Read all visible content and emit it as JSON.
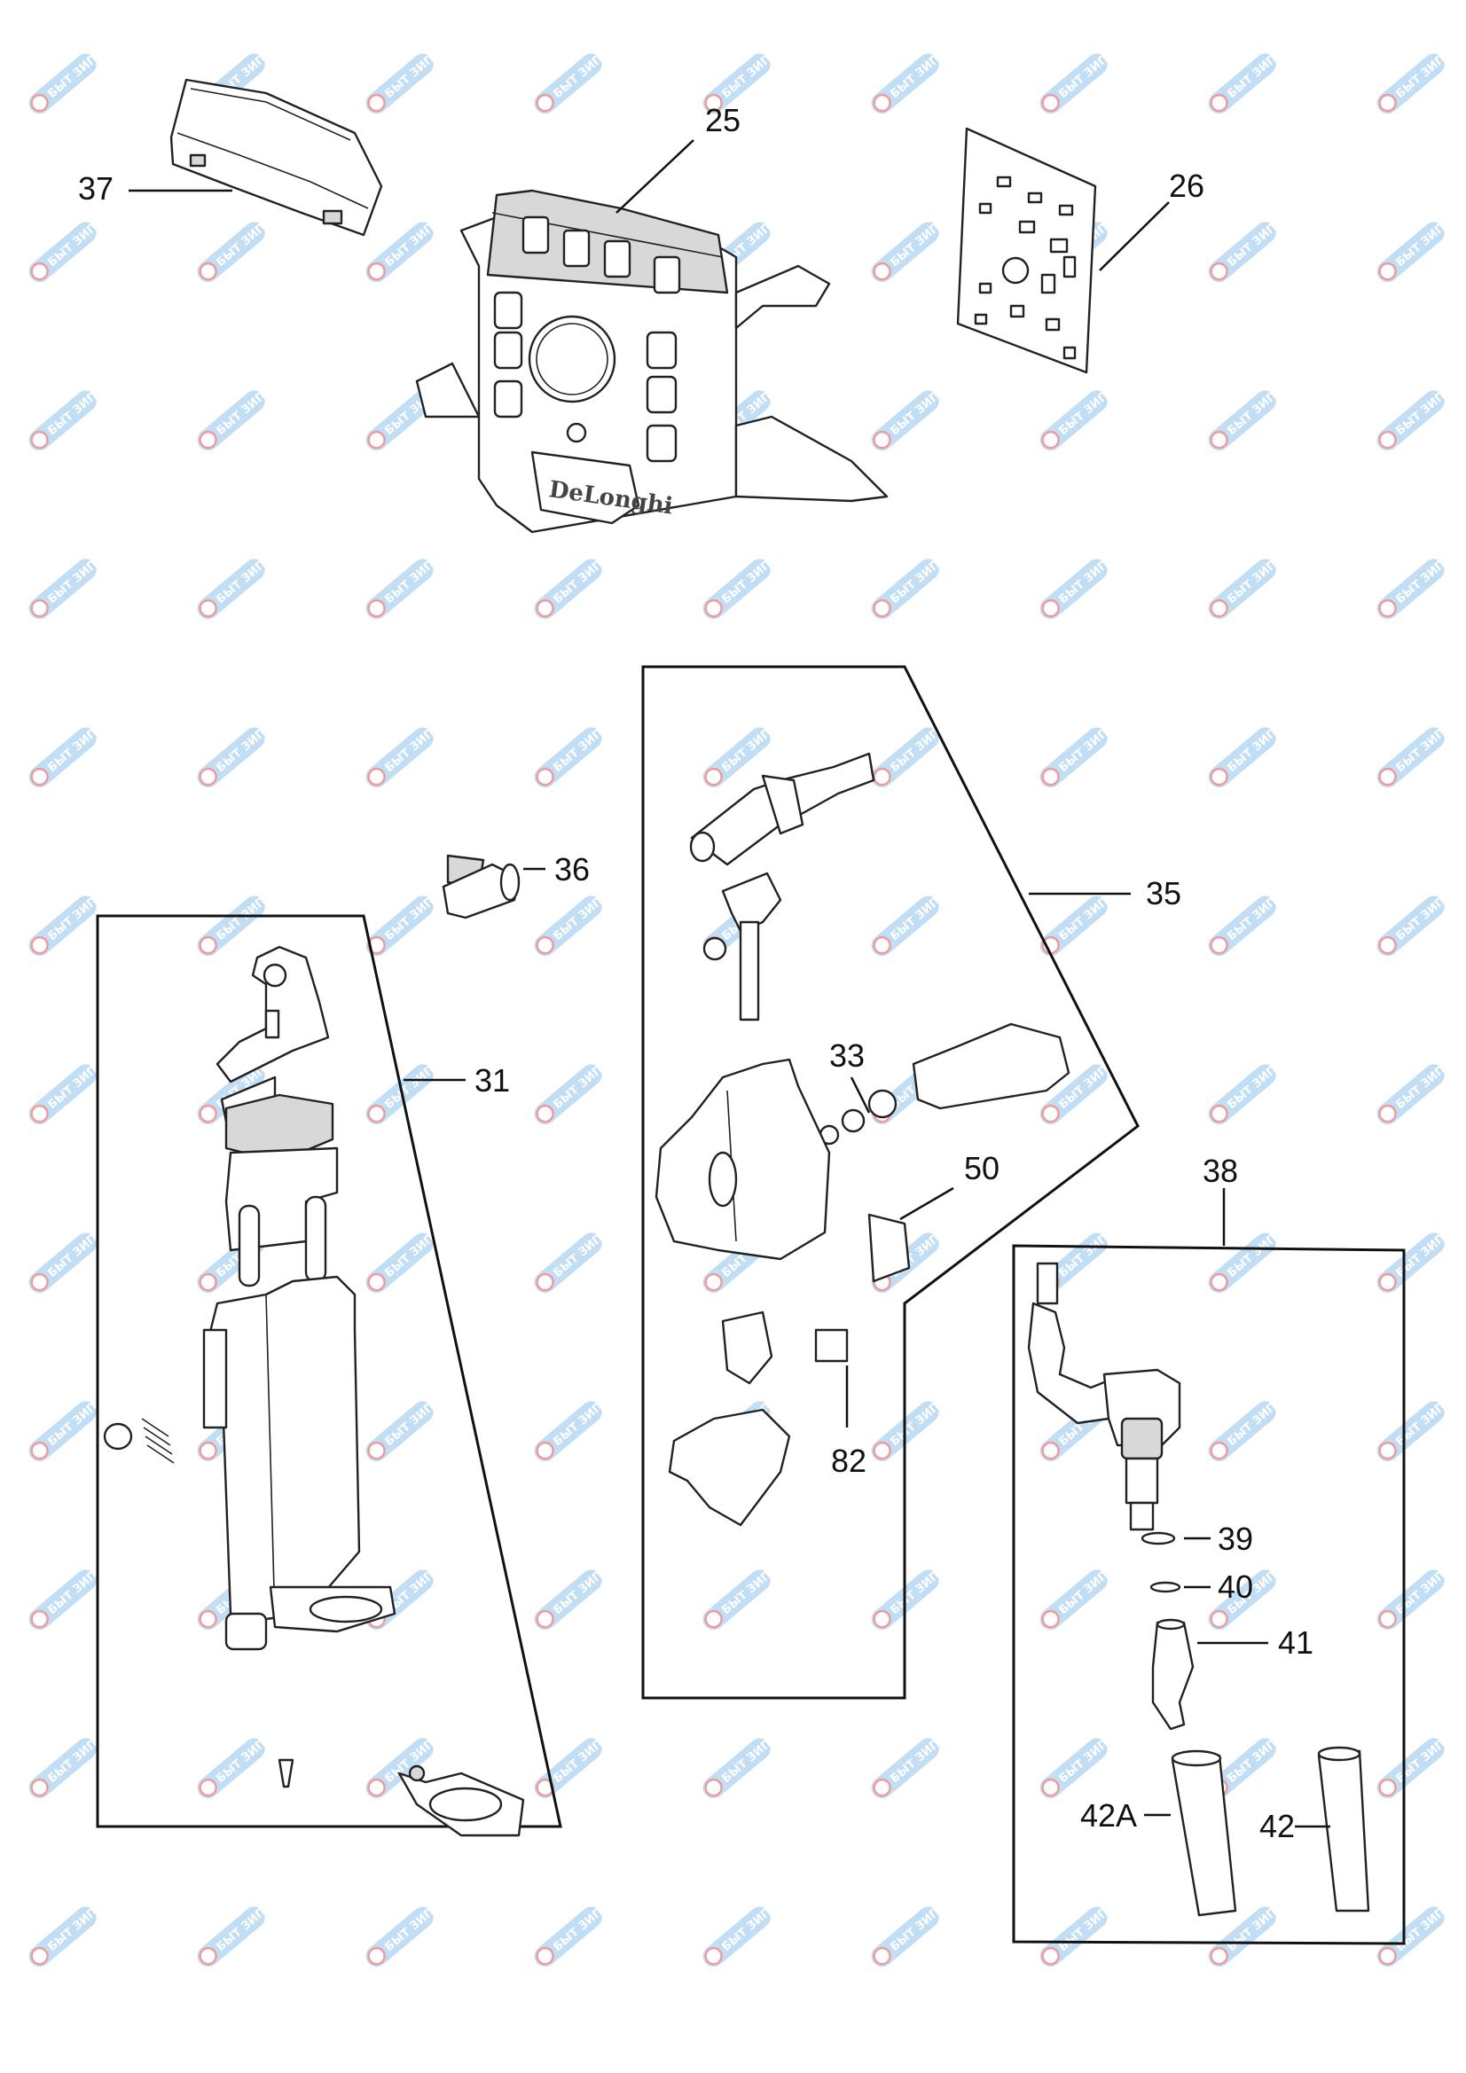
{
  "watermark": {
    "text": "БЫТ ЗИП",
    "color": "#8fc4ec",
    "accent": "#e34a4a"
  },
  "brand_logo": "DeLonghi",
  "callouts": [
    {
      "id": "p25",
      "label": "25"
    },
    {
      "id": "p26",
      "label": "26"
    },
    {
      "id": "p37",
      "label": "37"
    },
    {
      "id": "p36",
      "label": "36"
    },
    {
      "id": "p31",
      "label": "31"
    },
    {
      "id": "p35",
      "label": "35"
    },
    {
      "id": "p33",
      "label": "33"
    },
    {
      "id": "p50",
      "label": "50"
    },
    {
      "id": "p82",
      "label": "82"
    },
    {
      "id": "p38",
      "label": "38"
    },
    {
      "id": "p39",
      "label": "39"
    },
    {
      "id": "p40",
      "label": "40"
    },
    {
      "id": "p41",
      "label": "41"
    },
    {
      "id": "p42A",
      "label": "42A"
    },
    {
      "id": "p42",
      "label": "42"
    }
  ]
}
